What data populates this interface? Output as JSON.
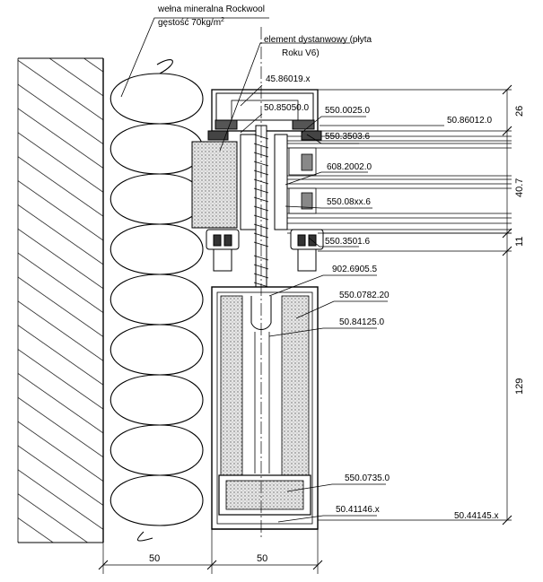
{
  "notes": {
    "insulation_line1": "wełna mineralna Rockwool",
    "insulation_line2_prefix": "gęstość 70kg/m",
    "insulation_line2_sup": "2",
    "spacer_line1": "element dystanwowy (płyta",
    "spacer_line2": "Roku V6)"
  },
  "part_labels": {
    "p45_86019": "45.86019.x",
    "p50_85050": "50.85050.0",
    "p550_0025": "550.0025.0",
    "p50_86012": "50.86012.0",
    "p550_3503": "550.3503.6",
    "p608_2002": "608.2002.0",
    "p550_08xx": "550.08xx.6",
    "p550_3501": "550.3501.6",
    "p902_6905": "902.6905.5",
    "p550_0782": "550.0782.20",
    "p50_84125": "50.84125.0",
    "p550_0735": "550.0735.0",
    "p50_41146": "50.41146.x",
    "p50_44145": "50.44145.x"
  },
  "dimensions": {
    "top": "26",
    "glass": "40.7",
    "gap": "11",
    "profile": "129",
    "bottom_left": "50",
    "bottom_right": "50"
  }
}
